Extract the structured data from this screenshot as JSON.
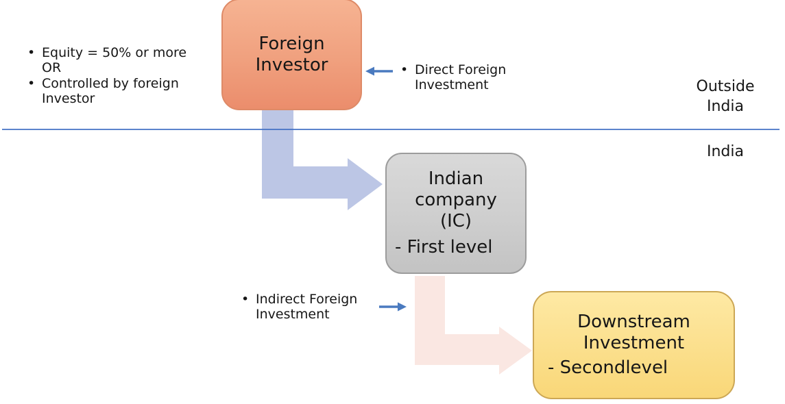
{
  "bullet": "•",
  "colors": {
    "accent_blue_line": "#4472C4",
    "annotation_arrow_blue": "#4a7abf",
    "flow_arrow_blue": "#bcc6e5",
    "flow_arrow_pink": "#fae7e2",
    "foreign_box_fill_top": "#f6b392",
    "foreign_box_fill_bottom": "#eb8d6c",
    "foreign_box_border": "#de8a67",
    "indian_box_fill_top": "#d9d9d9",
    "indian_box_fill_bottom": "#c3c3c3",
    "indian_box_border": "#9c9c9c",
    "downstream_box_fill_top": "#fee9a4",
    "downstream_box_fill_bottom": "#f9d778",
    "downstream_box_border": "#cca755",
    "text": "#161616"
  },
  "notes": {
    "left": [
      {
        "text": "Equity = 50% or more\nOR"
      },
      {
        "text": "Controlled by foreign\nInvestor"
      }
    ]
  },
  "boxes": {
    "foreign_investor": {
      "label": "Foreign\nInvestor"
    },
    "indian_company": {
      "label": "Indian\ncompany\n(IC)",
      "sublabel": "- First level"
    },
    "downstream": {
      "label": "Downstream\nInvestment",
      "sublabel": "- Secondlevel"
    }
  },
  "annotations": {
    "direct": {
      "text": "Direct Foreign\nInvestment"
    },
    "indirect": {
      "text": "Indirect Foreign\nInvestment"
    }
  },
  "regions": {
    "outside_india": "Outside\nIndia",
    "india": "India"
  }
}
